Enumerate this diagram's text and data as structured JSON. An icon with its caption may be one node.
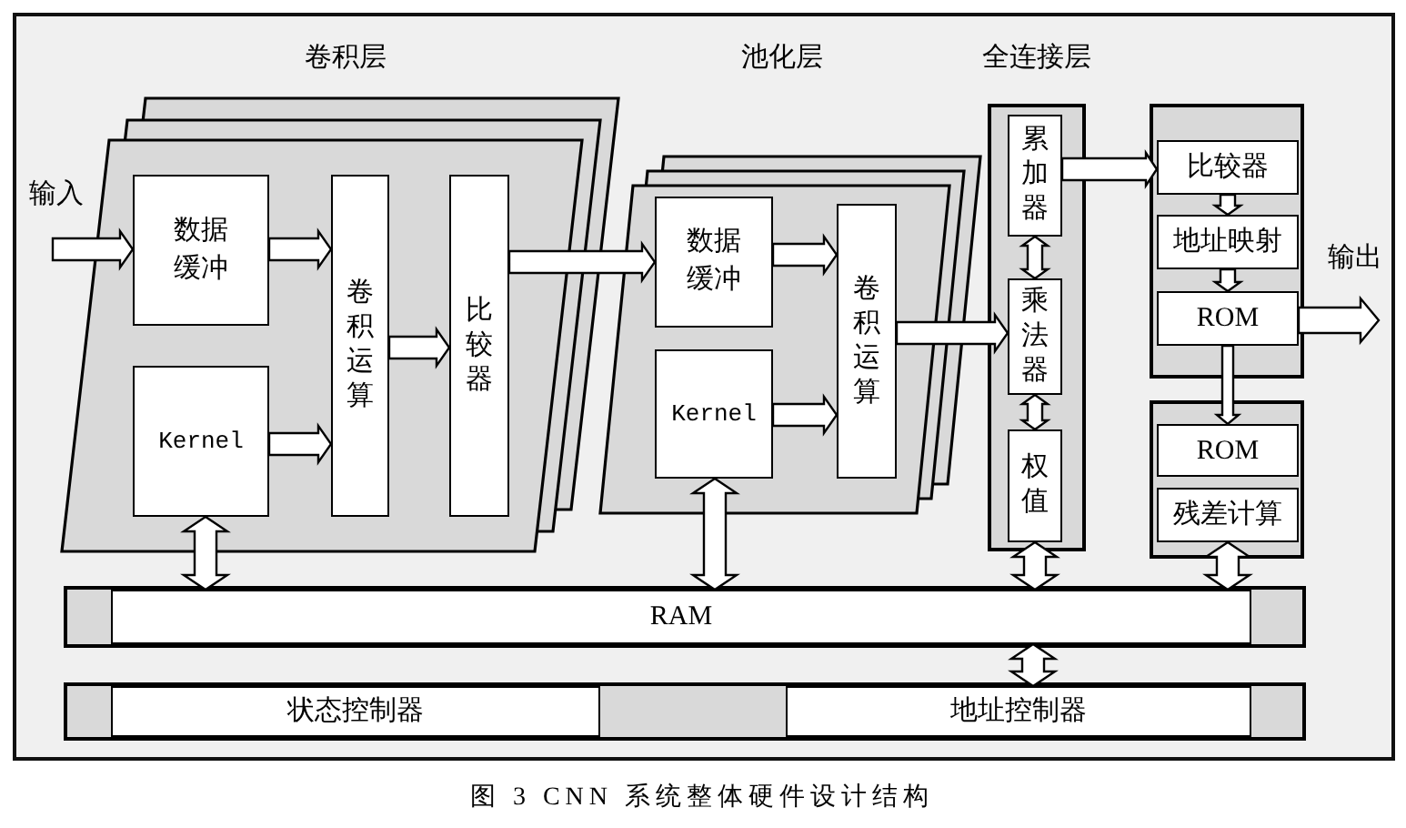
{
  "diagram": {
    "caption": "图 3 CNN 系统整体硬件设计结构",
    "nodes": [
      {
        "text": [
          "卷积层"
        ]
      },
      {
        "text": [
          "数据缓冲"
        ],
        "in": 0
      },
      {
        "text": [
          "Kernel"
        ],
        "in": 0
      },
      {
        "text": [
          "卷积运算"
        ],
        "in": 0
      },
      {
        "text": [
          "比较器"
        ],
        "in": 0
      },
      {
        "text": [
          "池化层"
        ]
      },
      {
        "text": [
          "数据缓冲"
        ],
        "in": 5
      },
      {
        "text": [
          "Kernel"
        ],
        "in": 5
      },
      {
        "text": [
          "卷积运算"
        ],
        "in": 5
      },
      {
        "text": [
          "全连接层"
        ]
      },
      {
        "text": [
          "累加器"
        ],
        "in": 9
      },
      {
        "text": [
          "乘法器"
        ],
        "in": 9
      },
      {
        "text": [
          "权值"
        ],
        "in": 9
      },
      {
        "text": [],
        "shape": "box"
      },
      {
        "text": [
          "比较器"
        ],
        "in": 13
      },
      {
        "text": [
          "地址映射"
        ],
        "in": 13
      },
      {
        "text": [
          "ROM"
        ],
        "in": 13
      },
      {
        "text": [],
        "shape": "box"
      },
      {
        "text": [
          "ROM"
        ],
        "in": 17
      },
      {
        "text": [
          "残差计算"
        ],
        "in": 17
      },
      {
        "text": [],
        "shape": "box"
      },
      {
        "text": [
          "RAM"
        ],
        "in": 20
      },
      {
        "text": [],
        "shape": "box"
      },
      {
        "text": [
          "状态控制器"
        ],
        "in": 22
      },
      {
        "text": [
          "地址控制器"
        ],
        "in": 22
      }
    ],
    "edges": [
      {
        "from": null,
        "to": 1,
        "arrow": "to",
        "label": "输入"
      },
      {
        "from": 1,
        "to": 3,
        "arrow": "to"
      },
      {
        "from": 2,
        "to": 3,
        "arrow": "to"
      },
      {
        "from": 3,
        "to": 4,
        "arrow": "to"
      },
      {
        "from": 4,
        "to": 6,
        "arrow": "to"
      },
      {
        "from": 6,
        "to": 8,
        "arrow": "to"
      },
      {
        "from": 7,
        "to": 8,
        "arrow": "to"
      },
      {
        "from": 8,
        "to": 11,
        "arrow": "to"
      },
      {
        "from": 10,
        "to": 11,
        "arrow": "both"
      },
      {
        "from": 11,
        "to": 12,
        "arrow": "both"
      },
      {
        "from": 10,
        "to": 14,
        "arrow": "to"
      },
      {
        "from": 14,
        "to": 15,
        "arrow": "to"
      },
      {
        "from": 15,
        "to": 16,
        "arrow": "to"
      },
      {
        "from": 16,
        "to": null,
        "arrow": "to",
        "label": "输出"
      },
      {
        "from": 16,
        "to": 18,
        "arrow": "to"
      },
      {
        "from": 2,
        "to": 21,
        "arrow": "both"
      },
      {
        "from": 7,
        "to": 21,
        "arrow": "both"
      },
      {
        "from": 12,
        "to": 21,
        "arrow": "both"
      },
      {
        "from": 19,
        "to": 21,
        "arrow": "both"
      },
      {
        "from": 21,
        "to": 24,
        "arrow": "both"
      }
    ]
  }
}
